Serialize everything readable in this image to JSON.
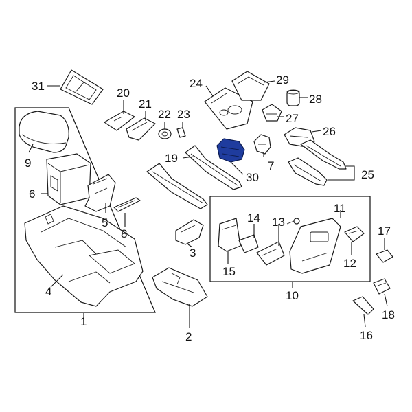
{
  "diagram": {
    "highlight_color": "#1f3c9e",
    "highlighted_part": "30",
    "callouts": {
      "n1": "1",
      "n2": "2",
      "n3": "3",
      "n4": "4",
      "n5": "5",
      "n6": "6",
      "n7": "7",
      "n8": "8",
      "n9": "9",
      "n10": "10",
      "n11": "11",
      "n12": "12",
      "n13": "13",
      "n14": "14",
      "n15": "15",
      "n16": "16",
      "n17": "17",
      "n18": "18",
      "n19": "19",
      "n20": "20",
      "n21": "21",
      "n22": "22",
      "n23": "23",
      "n24": "24",
      "n25": "25",
      "n26": "26",
      "n27": "27",
      "n28": "28",
      "n29": "29",
      "n30": "30",
      "n31": "31"
    }
  }
}
